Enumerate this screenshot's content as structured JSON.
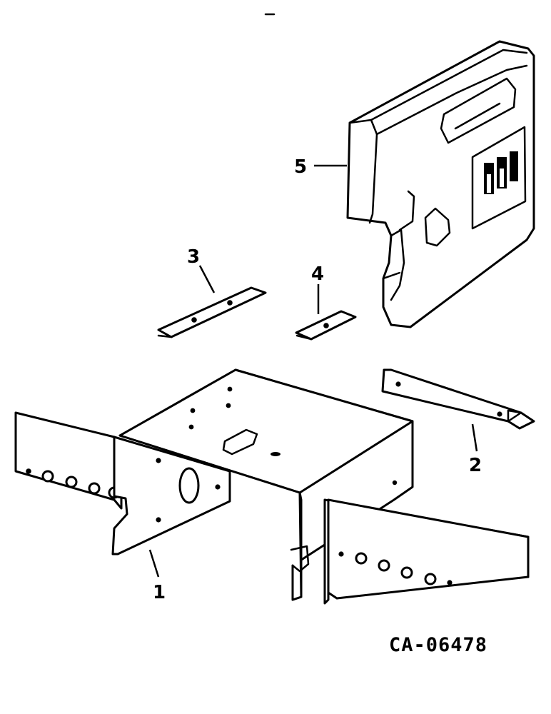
{
  "callouts": {
    "part_1": "1",
    "part_2": "2",
    "part_3": "3",
    "part_4": "4",
    "part_5": "5"
  },
  "drawing_reference": "CA-06478",
  "colors": {
    "ink": "#000000",
    "paper": "#ffffff"
  },
  "icons": {
    "logo_on_weight": "ih-logo-icon"
  }
}
